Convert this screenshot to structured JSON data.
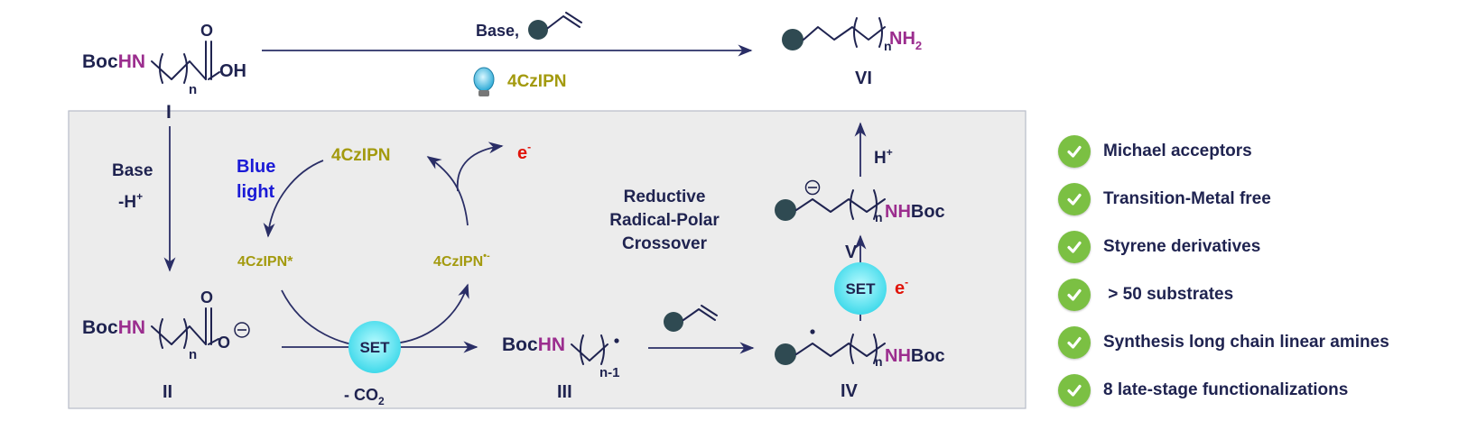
{
  "top": {
    "label_bochn": [
      "Boc",
      "HN"
    ],
    "subscript_n": "n",
    "oxygen": "O",
    "oh": "OH",
    "compound_I": "I",
    "reagent_base": "Base,",
    "photocatalyst": "4CzIPN",
    "product_nh": "NH",
    "product_nh_sub": "2",
    "compound_VI": "VI"
  },
  "cycle": {
    "base": "Base",
    "minus_h": "-H",
    "plus": "+",
    "blue": "Blue",
    "light": "light",
    "cat": "4CzIPN",
    "cat_excited": "4CzIPN*",
    "cat_radical": "4CzIPN",
    "cat_radical_sup": "•-",
    "electron": "e",
    "electron_sup": "-",
    "set": "SET",
    "co2": "- CO",
    "co2_sub": "2",
    "rrpc_1": "Reductive",
    "rrpc_2": "Radical-Polar",
    "rrpc_3": "Crossover",
    "compound_II": "II",
    "compound_III": "III",
    "compound_IV": "IV",
    "compound_V": "V",
    "n_minus_1": "n-1",
    "nhboc": [
      "NH",
      "Boc"
    ],
    "proton": "H",
    "minus_sign": "−"
  },
  "features": [
    {
      "label": "Michael acceptors",
      "icon": "check-icon"
    },
    {
      "label": "Transition-Metal free",
      "icon": "check-icon"
    },
    {
      "label": "Styrene derivatives",
      "icon": "check-icon"
    },
    {
      "label": " > 50 substrates",
      "icon": "check-icon"
    },
    {
      "label": "Synthesis long chain linear amines",
      "icon": "check-icon"
    },
    {
      "label": "8 late-stage functionalizations",
      "icon": "check-icon"
    }
  ],
  "colors": {
    "navy": "#1f2350",
    "purple": "#9b2d8e",
    "olive": "#a39a0e",
    "blue": "#1a1ad6",
    "red": "#e0140a",
    "set_bubble": "#5fe6f2",
    "panel": "#ececec",
    "check": "#7bc043",
    "ball": "#2f4a52"
  }
}
